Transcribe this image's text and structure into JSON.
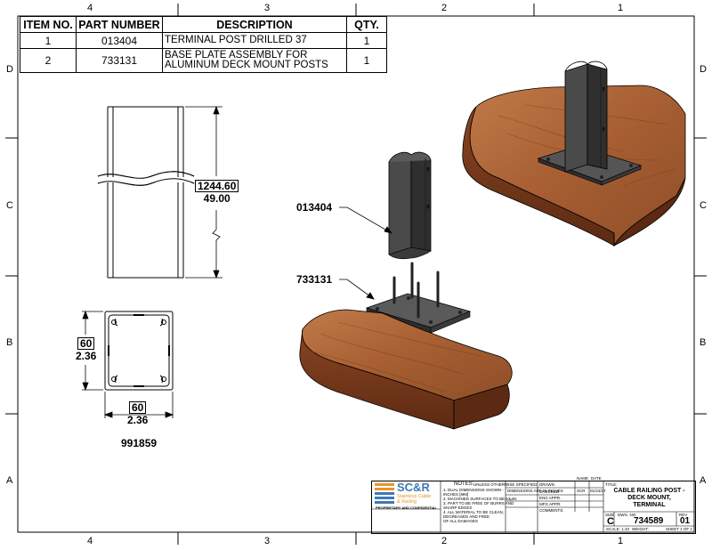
{
  "zones": {
    "columns": [
      "4",
      "3",
      "2",
      "1"
    ],
    "rows": [
      "D",
      "C",
      "B",
      "A"
    ]
  },
  "bom": {
    "headers": {
      "item": "ITEM NO.",
      "part": "PART NUMBER",
      "desc": "DESCRIPTION",
      "qty": "QTY."
    },
    "rows": [
      {
        "item": "1",
        "part": "013404",
        "desc": "TERMINAL POST DRILLED 37",
        "qty": "1"
      },
      {
        "item": "2",
        "part": "733131",
        "desc_line1": "BASE PLATE ASSEMBLY FOR",
        "desc_line2": "ALUMINUM DECK MOUNT POSTS",
        "qty": "1"
      }
    ]
  },
  "views": {
    "length_mm": "1244.60",
    "length_in": "49.00",
    "profile_height_mm": "60",
    "profile_height_in": "2.36",
    "profile_width_mm": "60",
    "profile_width_in": "2.36",
    "profile_part": "991859"
  },
  "callouts": {
    "post": "013404",
    "plate": "733131"
  },
  "title_block": {
    "logo_main": "SC&R",
    "logo_sub1": "Stainless Cable",
    "logo_sub2": "& Railing",
    "proprietary": "PROPRIETARY AND CONFIDENTIAL",
    "notes_title": "NOTES:",
    "notes_sub": "UNLESS OTHERWISE SPECIFIED",
    "notes_lines": [
      "1. DUAL DIMENSIONS SHOWN -",
      "INCHES [MM]",
      "2. MACHINED SURFACES TO BE 63μIN",
      "3. PART TO BE FREE OF BURRS AND",
      "SHARP EDGES",
      "4. ALL MATERIAL TO BE CLEAN,",
      "DEGREASED AND FREE",
      "OF ALL DAMAGES"
    ],
    "dim_header": "DIMENSIONS ARE IN INCHES",
    "drawn": "DRAWN",
    "checked": "CHECKED",
    "eng_appr": "ENG APPR.",
    "mfg_appr": "MFG APPR.",
    "comments": "COMMENTS:",
    "name_hdr": "NAME",
    "date_hdr": "DATE",
    "drawn_by": "SCR",
    "drawn_date": "01/24/17",
    "title_hdr": "TITLE:",
    "title_line1": "CABLE RAILING POST -",
    "title_line2": "DECK MOUNT,",
    "title_line3": "TERMINAL",
    "size_hdr": "SIZE",
    "size": "C",
    "dwg_hdr": "DWG. NO.",
    "dwg_no": "734589",
    "rev_hdr": "REV",
    "rev": "01",
    "scale": "SCALE: 1:10",
    "weight": "WEIGHT:",
    "sheet": "SHEET 1 OF 1"
  },
  "colors": {
    "wood_light": "#b06a3a",
    "wood_dark": "#6e3518",
    "metal": "#4a4a4a",
    "metal_light": "#6a6a6a",
    "logo_orange": "#e8952a",
    "logo_blue": "#3d79b6"
  }
}
